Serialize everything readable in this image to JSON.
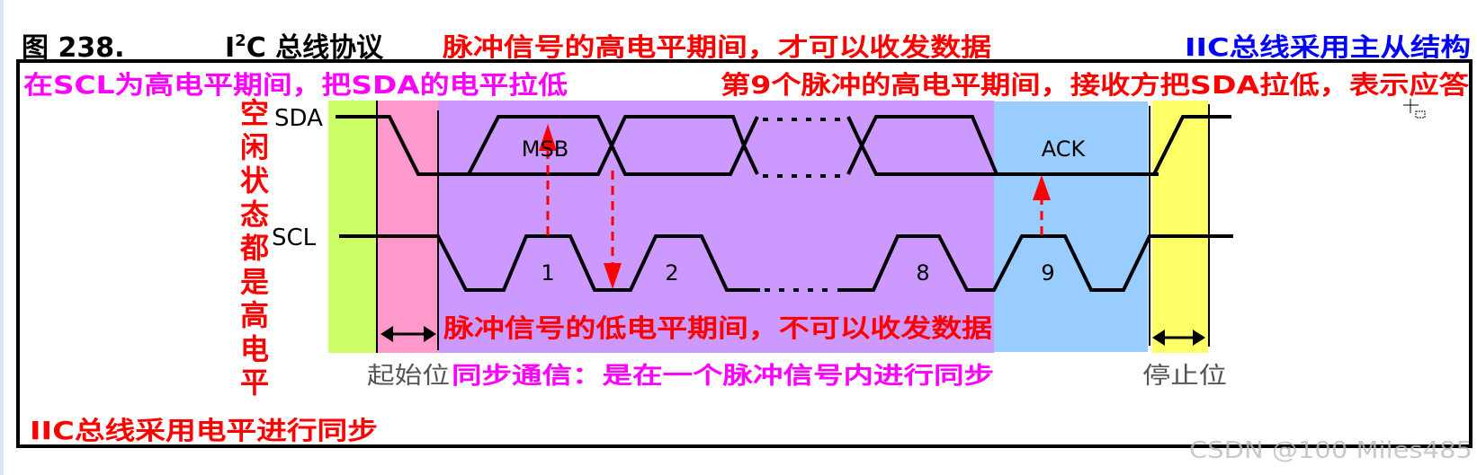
{
  "title": {
    "figure_number": "图 238.",
    "name_prefix": "I",
    "name_sup": "2",
    "name_rest": "C 总线协议"
  },
  "annotations": {
    "high_level_data": "脉冲信号的高电平期间，才可以收发数据",
    "master_slave": "IIC总线采用主从结构",
    "start_condition": "在SCL为高电平期间，把SDA的电平拉低",
    "ack_note": "第9个脉冲的高电平期间，接收方把SDA拉低，表示应答",
    "idle_state": "空闲状态都是高电平",
    "low_level_no_data": "脉冲信号的低电平期间，不可以收发数据",
    "sync_comm": "同步通信：是在一个脉冲信号内进行同步",
    "level_sync": "IIC总线采用电平进行同步"
  },
  "signals": {
    "sda": "SDA",
    "scl": "SCL"
  },
  "bits": {
    "msb": "MSB",
    "ack": "ACK",
    "pulse_1": "1",
    "pulse_2": "2",
    "pulse_8": "8",
    "pulse_9": "9"
  },
  "phases": {
    "start": "起始位",
    "stop": "停止位"
  },
  "watermark": "CSDN @100 Miles485",
  "colors": {
    "idle": "#ccff66",
    "start": "#ff99cc",
    "data": "#cc99ff",
    "ack": "#99ccff",
    "stop": "#ffff66",
    "red_text": "#ff0000",
    "magenta_text": "#ff00ff",
    "blue_text": "#0000ff"
  }
}
